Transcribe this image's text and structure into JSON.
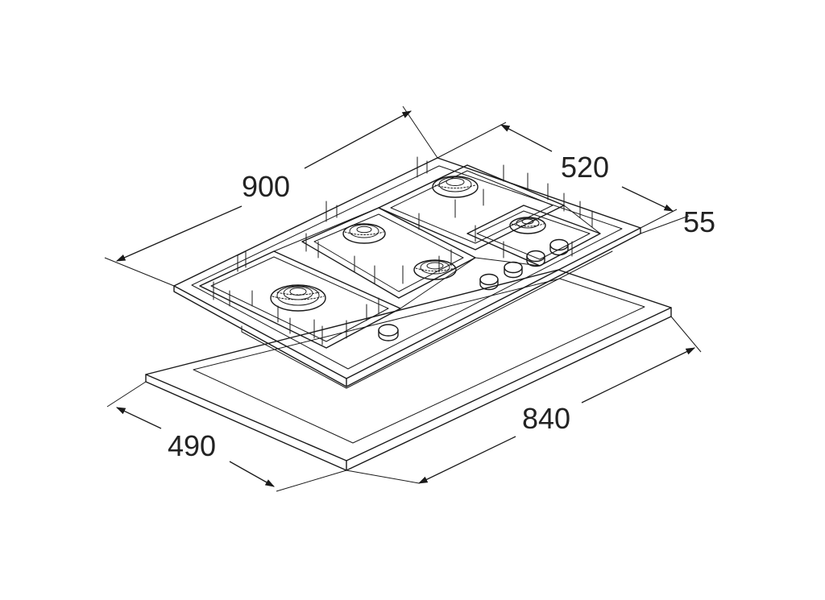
{
  "dimensions": {
    "width": "900",
    "depth": "520",
    "height": "55",
    "cutout_width": "840",
    "cutout_depth": "490"
  },
  "colors": {
    "line": "#1a1a1a",
    "background": "#ffffff"
  },
  "burners": 5,
  "knobs": 5
}
